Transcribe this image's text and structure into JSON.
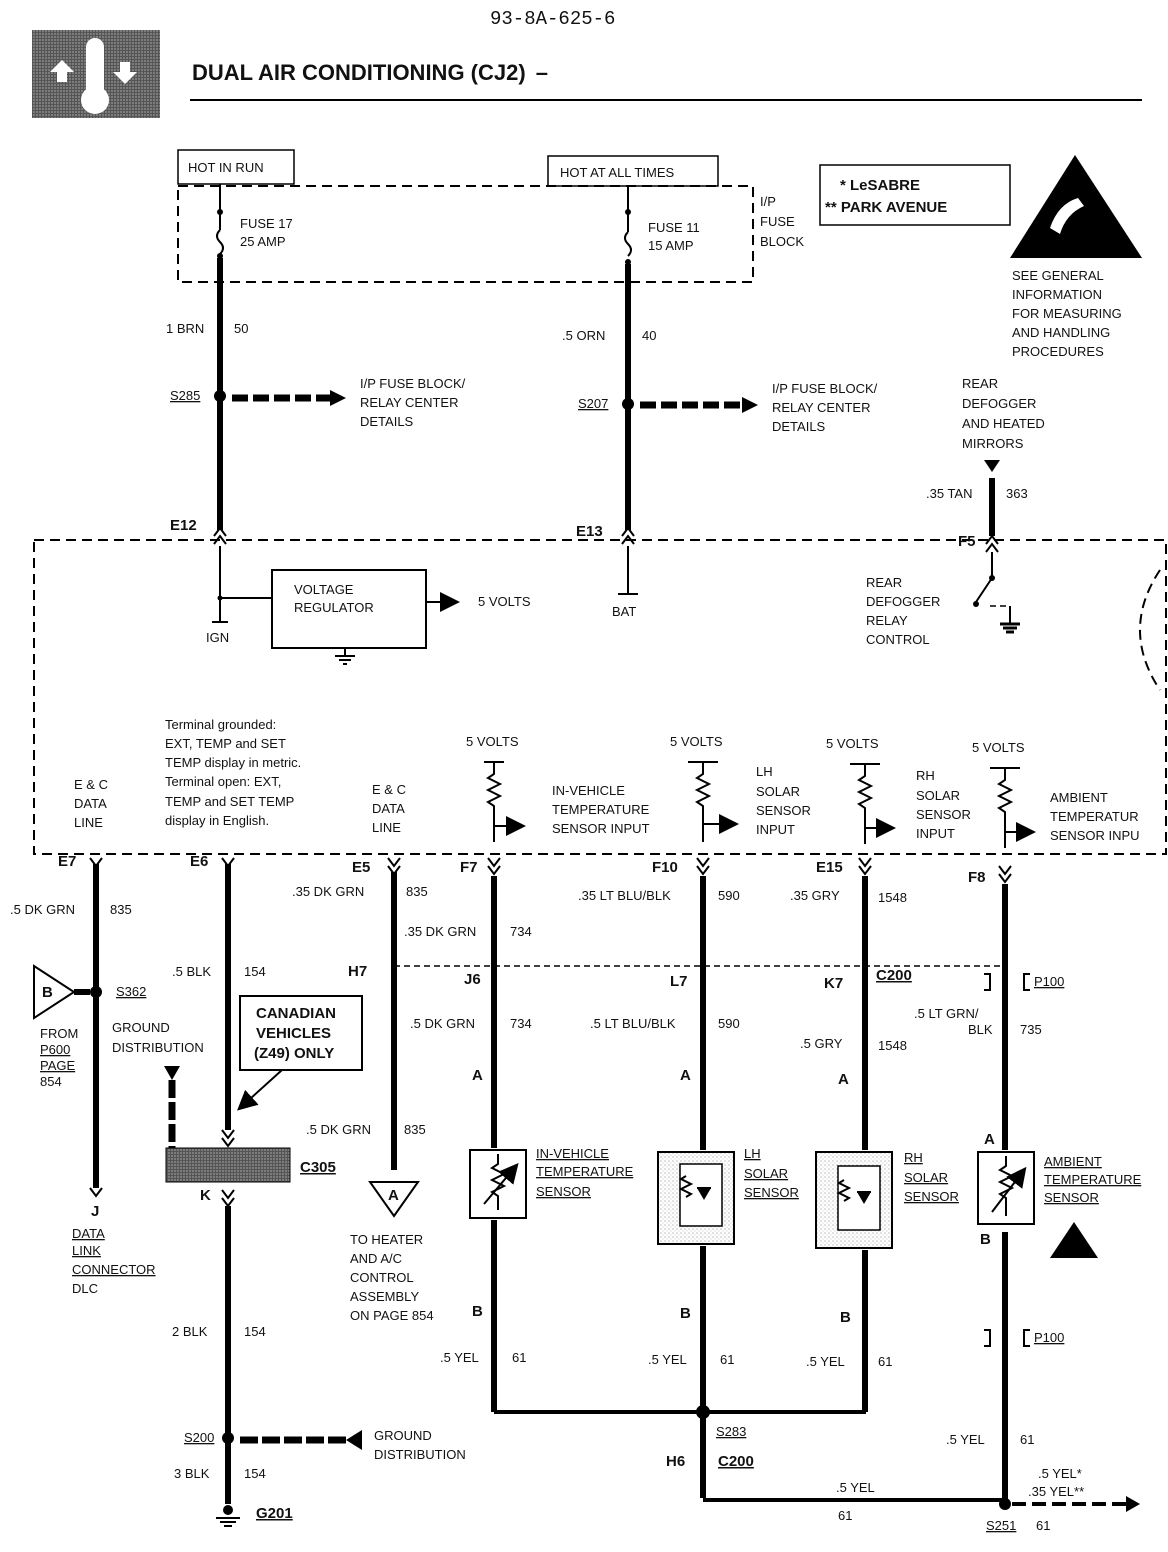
{
  "header": {
    "doc_code": "93-8A-625-6",
    "title": "DUAL AIR CONDITIONING (CJ2)",
    "title_suffix": "–"
  },
  "legend": {
    "lesabre": "* LeSABRE",
    "park_avenue": "** PARK AVENUE"
  },
  "esd": [
    "SEE GENERAL",
    "INFORMATION",
    "FOR MEASURING",
    "AND HANDLING",
    "PROCEDURES"
  ],
  "power": {
    "hot_in_run": "HOT IN RUN",
    "hot_at_all_times": "HOT AT ALL TIMES",
    "fuse17_name": "FUSE 17",
    "fuse17_amp": "25 AMP",
    "fuse11_name": "FUSE 11",
    "fuse11_amp": "15 AMP",
    "ip_fuse_block": [
      "I/P",
      "FUSE",
      "BLOCK"
    ],
    "wire_brn": "1 BRN",
    "wire_brn_circ": "50",
    "wire_orn": ".5 ORN",
    "wire_orn_circ": "40",
    "s285": "S285",
    "s207": "S207",
    "relay_details": [
      "I/P FUSE BLOCK/",
      "RELAY CENTER",
      "DETAILS"
    ],
    "relay_details_b": [
      "I/P FUSE BLOCK/",
      "RELAY CENTER",
      "DETAILS"
    ],
    "rear_defog_src": [
      "REAR",
      "DEFOGGER",
      "AND HEATED",
      "MIRRORS"
    ],
    "wire_tan": ".35 TAN",
    "wire_tan_circ": "363"
  },
  "module": {
    "e12": "E12",
    "e13": "E13",
    "f5": "F5",
    "ign": "IGN",
    "bat": "BAT",
    "vreg": [
      "VOLTAGE",
      "REGULATOR"
    ],
    "five_volts": "5 VOLTS",
    "rear_ctrl": [
      "REAR",
      "DEFOGGER",
      "RELAY",
      "CONTROL"
    ],
    "terminal_note": [
      "Terminal grounded:",
      "EXT, TEMP and SET",
      "TEMP display in metric.",
      "Terminal open: EXT,",
      "TEMP and SET TEMP",
      "display in English."
    ],
    "ec_data_1": [
      "E & C",
      "DATA",
      "LINE"
    ],
    "ec_data_2": [
      "E & C",
      "DATA",
      "LINE"
    ],
    "in_vehicle_input": [
      "IN-VEHICLE",
      "TEMPERATURE",
      "SENSOR INPUT"
    ],
    "lh_solar_input": [
      "LH",
      "SOLAR",
      "SENSOR",
      "INPUT"
    ],
    "rh_solar_input": [
      "RH",
      "SOLAR",
      "SENSOR",
      "INPUT"
    ],
    "ambient_input": [
      "AMBIENT",
      "TEMPERATUR",
      "SENSOR INPU"
    ]
  },
  "pins": {
    "e7": "E7",
    "e6": "E6",
    "e5": "E5",
    "f7": "F7",
    "f10": "F10",
    "e15": "E15",
    "f8": "F8",
    "h7": "H7",
    "j6": "J6",
    "l7": "L7",
    "k7": "K7",
    "c200": "C200",
    "j": "J",
    "k": "K",
    "a": "A",
    "b": "B",
    "h6": "H6",
    "c305": "C305"
  },
  "wires": {
    "e7_wire": ".5 DK GRN",
    "e7_circ": "835",
    "e6_wire": ".5 BLK",
    "e6_circ": "154",
    "e5_wire": ".35 DK GRN",
    "e5_circ": "835",
    "f7_wire": ".35 DK GRN",
    "f7_circ": "734",
    "f10_wire": ".35 LT BLU/BLK",
    "f10_circ": "590",
    "e15_wire": ".35 GRY",
    "e15_circ": "1548",
    "j6_wire": ".5 DK GRN",
    "j6_circ": "734",
    "l7_wire": ".5 LT BLU/BLK",
    "l7_circ": "590",
    "k7_wire": ".5 GRY",
    "k7_circ": "1548",
    "f8_wire": ".5 LT GRN/",
    "f8_wire2": "BLK",
    "f8_circ": "735",
    "h7_wire": ".5 DK GRN",
    "h7_circ": "835",
    "blk2": "2 BLK",
    "blk2_circ": "154",
    "blk3": "3 BLK",
    "blk3_circ": "154",
    "yel_a": ".5 YEL",
    "yel_a_circ": "61",
    "yel_b": ".5 YEL",
    "yel_b_circ": "61",
    "yel_c": ".5 YEL",
    "yel_c_circ": "61",
    "yel_d": ".5 YEL",
    "yel_d_circ": "61",
    "yel_e": ".5 YEL",
    "yel_e_circ": "61",
    "yel_star": ".5 YEL*",
    "yel_dstar": ".35 YEL**",
    "s251_circ": "61"
  },
  "labels": {
    "s362": "S362",
    "from_p600": [
      "FROM",
      "P600",
      "PAGE",
      "854"
    ],
    "ground_dist": [
      "GROUND",
      "DISTRIBUTION"
    ],
    "ground_dist2": [
      "GROUND",
      "DISTRIBUTION"
    ],
    "canadian": [
      "CANADIAN",
      "VEHICLES",
      "(Z49) ONLY"
    ],
    "dlc": [
      "DATA",
      "LINK",
      "CONNECTOR",
      "DLC"
    ],
    "to_heater": [
      "TO HEATER",
      "AND A/C",
      "CONTROL",
      "ASSEMBLY",
      "ON PAGE 854"
    ],
    "p100": "P100",
    "p100b": "P100",
    "s200": "S200",
    "g201": "G201",
    "s283": "S283",
    "s251": "S251",
    "in_vehicle_sensor": [
      "IN-VEHICLE",
      "TEMPERATURE",
      "SENSOR"
    ],
    "lh_sensor": [
      "LH",
      "SOLAR",
      "SENSOR"
    ],
    "rh_sensor": [
      "RH",
      "SOLAR",
      "SENSOR"
    ],
    "ambient_sensor": [
      "AMBIENT",
      "TEMPERATURE",
      "SENSOR"
    ],
    "b_flag": "B",
    "a_flag": "A"
  }
}
